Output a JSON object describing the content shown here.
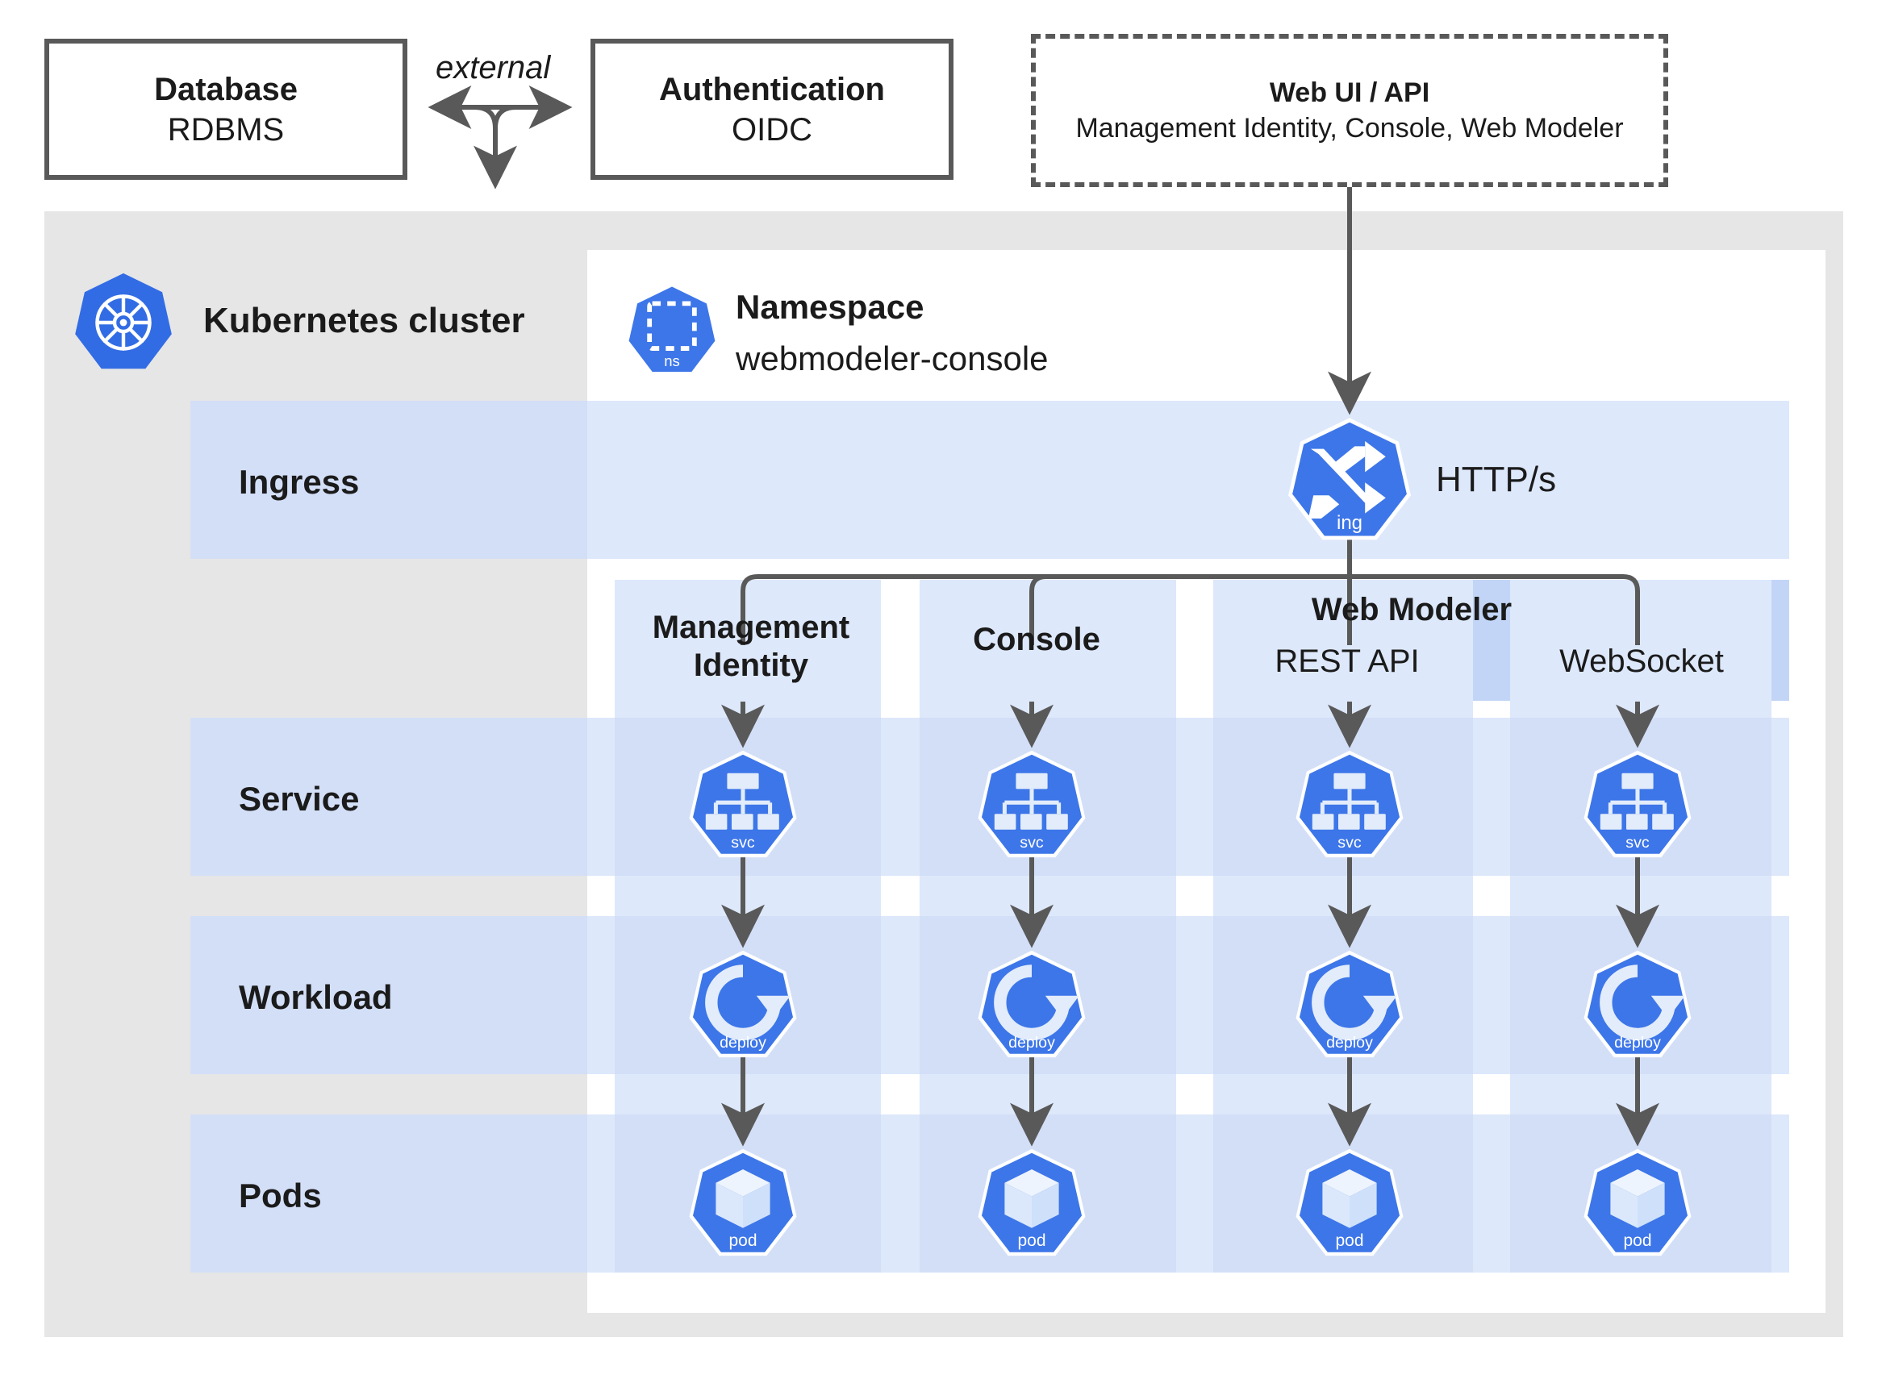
{
  "diagram": {
    "title": "Kubernetes deployment architecture",
    "colors": {
      "k8s_blue": "#326ce5",
      "icon_blue": "#3d76e8",
      "row_band": "#d3dff7",
      "row_band_inner": "#dde8fb",
      "col_band": "#dde8fb",
      "webmodeler_band": "#c2d5f7",
      "cluster_grey": "#e6e6e6",
      "stroke_grey": "#595959",
      "text_dark": "#1b1b1b"
    }
  },
  "external": {
    "database": {
      "title": "Database",
      "subtitle": "RDBMS"
    },
    "authentication": {
      "title": "Authentication",
      "subtitle": "OIDC"
    },
    "connector_label": "external",
    "web_ui": {
      "title": "Web UI / API",
      "subtitle": "Management Identity, Console, Web Modeler"
    }
  },
  "cluster": {
    "label": "Kubernetes cluster",
    "icon": "kubernetes-helm-icon"
  },
  "namespace": {
    "title": "Namespace",
    "name": "webmodeler-console",
    "icon": "namespace-icon",
    "icon_badge": "ns"
  },
  "rows": [
    {
      "label": "Ingress"
    },
    {
      "label": "Service"
    },
    {
      "label": "Workload"
    },
    {
      "label": "Pods"
    }
  ],
  "ingress": {
    "protocol": "HTTP/s",
    "icon": "ingress-icon",
    "icon_badge": "ing"
  },
  "group": {
    "label": "Web Modeler"
  },
  "columns": [
    {
      "id": "management-identity",
      "label_line1": "Management",
      "label_line2": "Identity",
      "bold": true,
      "service_badge": "svc",
      "workload_badge": "deploy",
      "pod_badge": "pod"
    },
    {
      "id": "console",
      "label_line1": "Console",
      "label_line2": "",
      "bold": true,
      "service_badge": "svc",
      "workload_badge": "deploy",
      "pod_badge": "pod"
    },
    {
      "id": "rest-api",
      "label_line1": "REST API",
      "label_line2": "",
      "bold": false,
      "service_badge": "svc",
      "workload_badge": "deploy",
      "pod_badge": "pod"
    },
    {
      "id": "websocket",
      "label_line1": "WebSocket",
      "label_line2": "",
      "bold": false,
      "service_badge": "svc",
      "workload_badge": "deploy",
      "pod_badge": "pod"
    }
  ]
}
